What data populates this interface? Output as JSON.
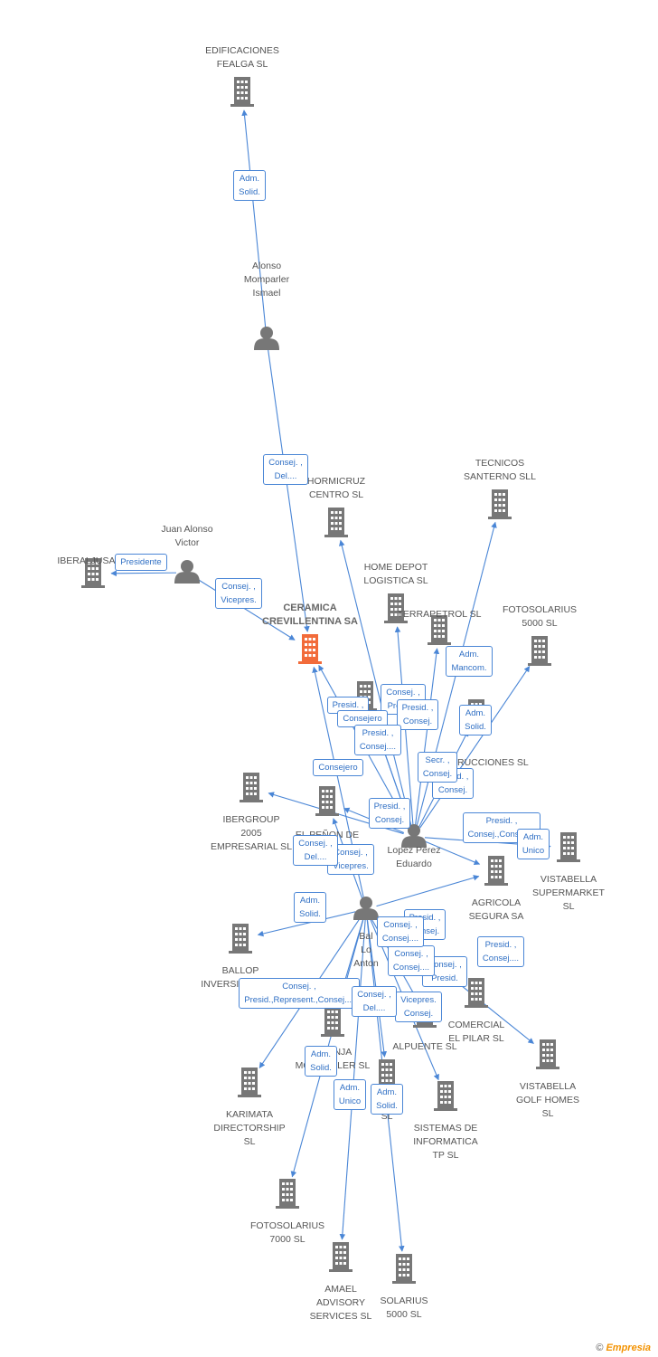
{
  "colors": {
    "edge": "#4a86d6",
    "node": "#777777",
    "main_node": "#f26b3a",
    "label": "#555555"
  },
  "nodes": [
    {
      "id": "edificaciones",
      "type": "company",
      "label": "EDIFICACIONES\nFEALGA SL"
    },
    {
      "id": "alonso",
      "type": "person",
      "label": "Alonso\nMomparler\nIsmael"
    },
    {
      "id": "hormicruz",
      "type": "company",
      "label": "HORMICRUZ\nCENTRO SL"
    },
    {
      "id": "tecnicos",
      "type": "company",
      "label": "TECNICOS\nSANTERNO  SLL"
    },
    {
      "id": "iberaljusa",
      "type": "company",
      "label": "IBERALJUSA SL"
    },
    {
      "id": "juan",
      "type": "person",
      "label": "Juan Alonso\nVictor"
    },
    {
      "id": "ceramica",
      "type": "main",
      "label": "CERAMICA\nCREVILLENTINA SA"
    },
    {
      "id": "homedepot",
      "type": "company",
      "label": "HOME DEPOT\nLOGISTICA SL"
    },
    {
      "id": "terrapetrol",
      "type": "company",
      "label": "TERRAPETROL SL"
    },
    {
      "id": "fotosolarius5",
      "type": "company",
      "label": "FOTOSOLARIUS\n5000 SL"
    },
    {
      "id": "hub1",
      "type": "company",
      "label": ""
    },
    {
      "id": "construcciones",
      "type": "company",
      "label": "CONSTRUCCIONES SL"
    },
    {
      "id": "ibergroup",
      "type": "company",
      "label": "IBERGROUP\n2005\nEMPRESARIAL SL"
    },
    {
      "id": "penon",
      "type": "company",
      "label": "EL PEÑON DE\nCREMENDO SL"
    },
    {
      "id": "lopez",
      "type": "person",
      "label": "Lopez Perez\nEduardo"
    },
    {
      "id": "vistabella_sup",
      "type": "company",
      "label": "VISTABELLA\nSUPERMARKET\nSL"
    },
    {
      "id": "agricola",
      "type": "company",
      "label": "AGRICOLA\nSEGURA SA"
    },
    {
      "id": "balo",
      "type": "person",
      "label": "Bal\nLo\nAnton"
    },
    {
      "id": "ballop",
      "type": "company",
      "label": "BALLOP\nINVERSIONES SL"
    },
    {
      "id": "comercial",
      "type": "company",
      "label": "COMERCIAL\nEL PILAR SL"
    },
    {
      "id": "alpuente",
      "type": "company",
      "label": "ALPUENTE SL"
    },
    {
      "id": "granja",
      "type": "company",
      "label": "GRANJA\nMOMPARLER SL"
    },
    {
      "id": "vistabella_golf",
      "type": "company",
      "label": "VISTABELLA\nGOLF HOMES\nSL"
    },
    {
      "id": "karimata",
      "type": "company",
      "label": "KARIMATA\nDIRECTORSHIP\nSL"
    },
    {
      "id": "solarius_mid",
      "type": "company",
      "label": "S\nSL"
    },
    {
      "id": "sistemas",
      "type": "company",
      "label": "SISTEMAS DE\nINFORMATICA\nTP SL"
    },
    {
      "id": "fotosolarius7",
      "type": "company",
      "label": "FOTOSOLARIUS\n7000 SL"
    },
    {
      "id": "amael",
      "type": "company",
      "label": "AMAEL\nADVISORY\nSERVICES  SL"
    },
    {
      "id": "solarius5",
      "type": "company",
      "label": "SOLARIUS\n5000 SL"
    }
  ],
  "edges": [
    {
      "from": "alonso",
      "to": "edificaciones",
      "label": "Adm.\nSolid."
    },
    {
      "from": "alonso",
      "to": "ceramica",
      "label": "Consej. ,\nDel...."
    },
    {
      "from": "juan",
      "to": "iberaljusa",
      "label": "Presidente"
    },
    {
      "from": "juan",
      "to": "ceramica",
      "label": "Consej. ,\nVicepres."
    },
    {
      "from": "lopez",
      "to": "tecnicos",
      "label": "Adm.\nMancom."
    },
    {
      "from": "lopez",
      "to": "fotosolarius5",
      "label": "Adm.\nSolid."
    },
    {
      "from": "lopez",
      "to": "homedepot",
      "label": "Consej. ,\nPresid. ,"
    },
    {
      "from": "lopez",
      "to": "terrapetrol",
      "label": "Presid. ,\nConsej."
    },
    {
      "from": "lopez",
      "to": "hormicruz",
      "label": "Presid. ,"
    },
    {
      "from": "lopez",
      "to": "ceramica",
      "label": "Consejero"
    },
    {
      "from": "lopez",
      "to": "construcciones",
      "label": "Presid. ,\nConsej."
    },
    {
      "from": "lopez",
      "to": "ibergroup",
      "label": "Consejero"
    },
    {
      "from": "lopez",
      "to": "penon",
      "label": "Presid. ,\nConsej."
    },
    {
      "from": "lopez",
      "to": "vistabella_sup",
      "label": "Presid. ,\nConsej.,Consej...."
    },
    {
      "from": "lopez",
      "to": "agricola",
      "label": "Adm.\nUnico"
    },
    {
      "from": "lopez",
      "to": "hub1",
      "label": "Presid. ,\nConsej...."
    },
    {
      "from": "lopez",
      "to": "hub1",
      "label": "Secr. ,\nConsej."
    },
    {
      "from": "balo",
      "to": "ballop",
      "label": "Adm.\nSolid."
    },
    {
      "from": "balo",
      "to": "karimata",
      "label": "Consej. ,\nPresid.,Represent.,Consej...."
    },
    {
      "from": "balo",
      "to": "fotosolarius7",
      "label": "Adm.\nSolid."
    },
    {
      "from": "balo",
      "to": "amael",
      "label": "Adm.\nUnico"
    },
    {
      "from": "balo",
      "to": "solarius5",
      "label": "Adm.\nSolid."
    },
    {
      "from": "balo",
      "to": "vistabella_golf",
      "label": "Presid. ,\nConsej...."
    },
    {
      "from": "balo",
      "to": "comercial",
      "label": "Consej. ,\nPresid."
    },
    {
      "from": "balo",
      "to": "sistemas",
      "label": "Vicepres.\nConsej."
    },
    {
      "from": "balo",
      "to": "granja",
      "label": "Consej. ,\nDel...."
    },
    {
      "from": "balo",
      "to": "alpuente",
      "label": "Consej. ,\nConsej...."
    },
    {
      "from": "balo",
      "to": "penon",
      "label": "Consej. ,\nVicepres."
    },
    {
      "from": "balo",
      "to": "ceramica",
      "label": "Consej. ,\nDel...."
    },
    {
      "from": "balo",
      "to": "agricola",
      "label": "Presid. ,\nConsej."
    },
    {
      "from": "balo",
      "to": "solarius_mid",
      "label": "Consej. ,\nConsej...."
    }
  ],
  "footer": {
    "copyright": "©",
    "brand": "Empresia"
  }
}
